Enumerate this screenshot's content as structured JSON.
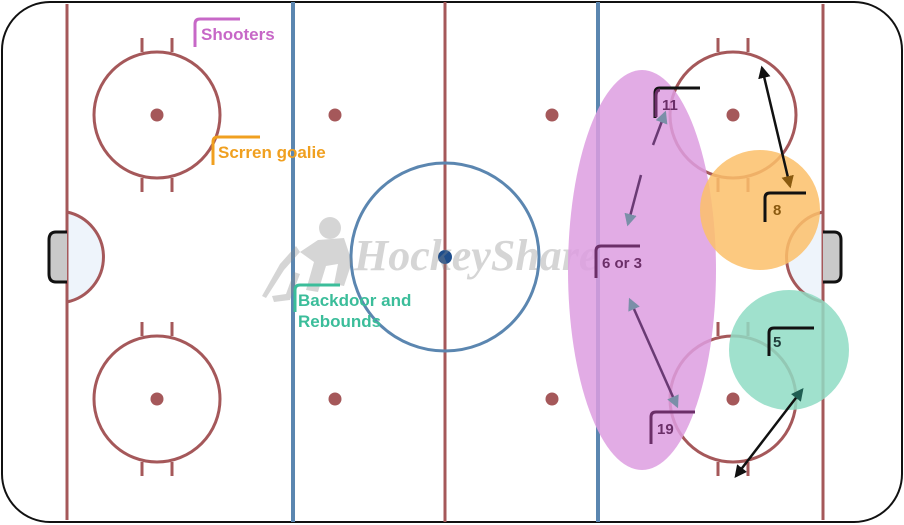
{
  "colors": {
    "red_line": "#a5585a",
    "blue_line": "#5b86b0",
    "board": "#111111",
    "shooters": "#c768c7",
    "shooters_zone": "#dd9ee0",
    "screen": "#f0a020",
    "screen_zone": "#fbbf6a",
    "backdoor": "#3bbd9a",
    "backdoor_zone": "#8fdcc4",
    "player_marker": "#6b2f68",
    "arrow_pass": "#6a3a74",
    "arrow_pass_head": "#7a8fa8",
    "arrow_move": "#111111"
  },
  "legend": {
    "shooters": "Shooters",
    "screen": "Scrren goalie",
    "backdoor_line1": "Backdoor and",
    "backdoor_line2": "Rebounds"
  },
  "watermark": {
    "text": "HockeyShare",
    "icon": "hockey-player-silhouette-icon"
  },
  "players": [
    {
      "id": "11",
      "label": "11",
      "role": "shooter"
    },
    {
      "id": "6or3",
      "label": "6 or 3",
      "role": "shooter"
    },
    {
      "id": "19",
      "label": "19",
      "role": "shooter"
    },
    {
      "id": "8",
      "label": "8",
      "role": "screen"
    },
    {
      "id": "5",
      "label": "5",
      "role": "backdoor"
    }
  ]
}
